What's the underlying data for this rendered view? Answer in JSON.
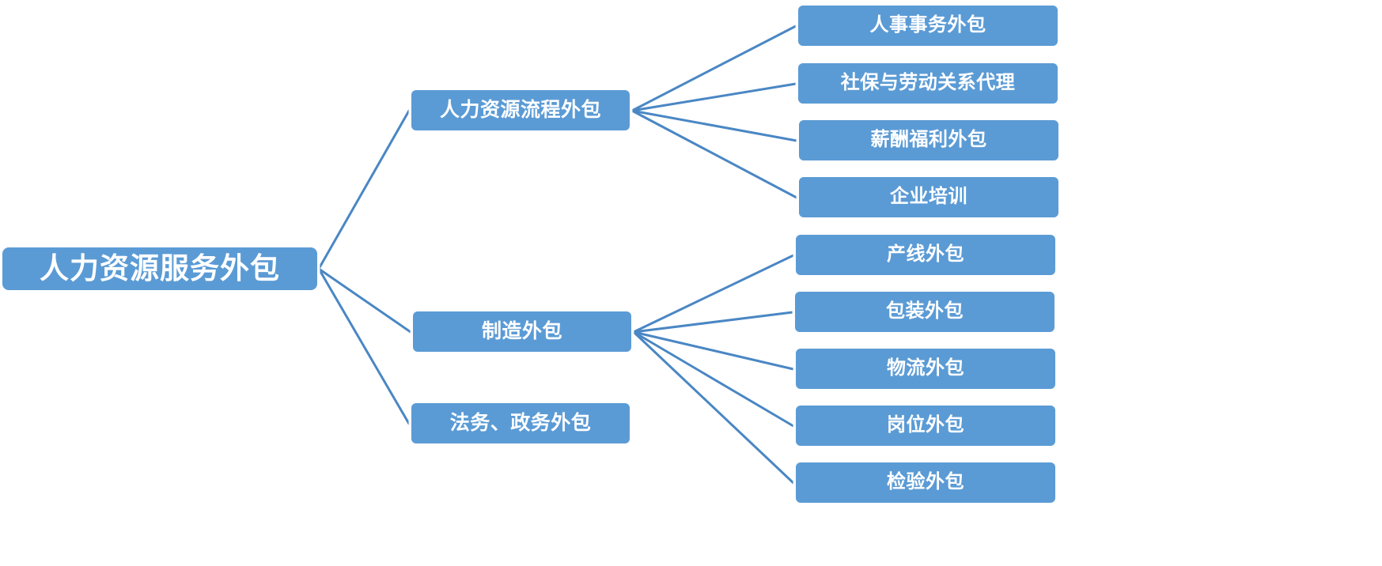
{
  "diagram": {
    "type": "tree",
    "orientation": "left-to-right",
    "colors": {
      "node_fill": "#5B9BD5",
      "node_border": "#FFFFFF",
      "node_text": "#FFFFFF",
      "connector": "#4A87C4",
      "background": "#FFFFFF"
    },
    "root": {
      "id": "root",
      "label": "人力资源服务外包"
    },
    "branches": [
      {
        "id": "branch-hr-process",
        "label": "人力资源流程外包",
        "children": [
          {
            "id": "leaf-hr-affairs",
            "label": "人事事务外包"
          },
          {
            "id": "leaf-social-labor",
            "label": "社保与劳动关系代理"
          },
          {
            "id": "leaf-comp-benefits",
            "label": "薪酬福利外包"
          },
          {
            "id": "leaf-corp-training",
            "label": "企业培训"
          }
        ]
      },
      {
        "id": "branch-manufacturing",
        "label": "制造外包",
        "children": [
          {
            "id": "leaf-production-line",
            "label": "产线外包"
          },
          {
            "id": "leaf-packaging",
            "label": "包装外包"
          },
          {
            "id": "leaf-logistics",
            "label": "物流外包"
          },
          {
            "id": "leaf-position",
            "label": "岗位外包"
          },
          {
            "id": "leaf-inspection",
            "label": "检验外包"
          }
        ]
      },
      {
        "id": "branch-legal-gov",
        "label": "法务、政务外包",
        "children": []
      }
    ]
  }
}
